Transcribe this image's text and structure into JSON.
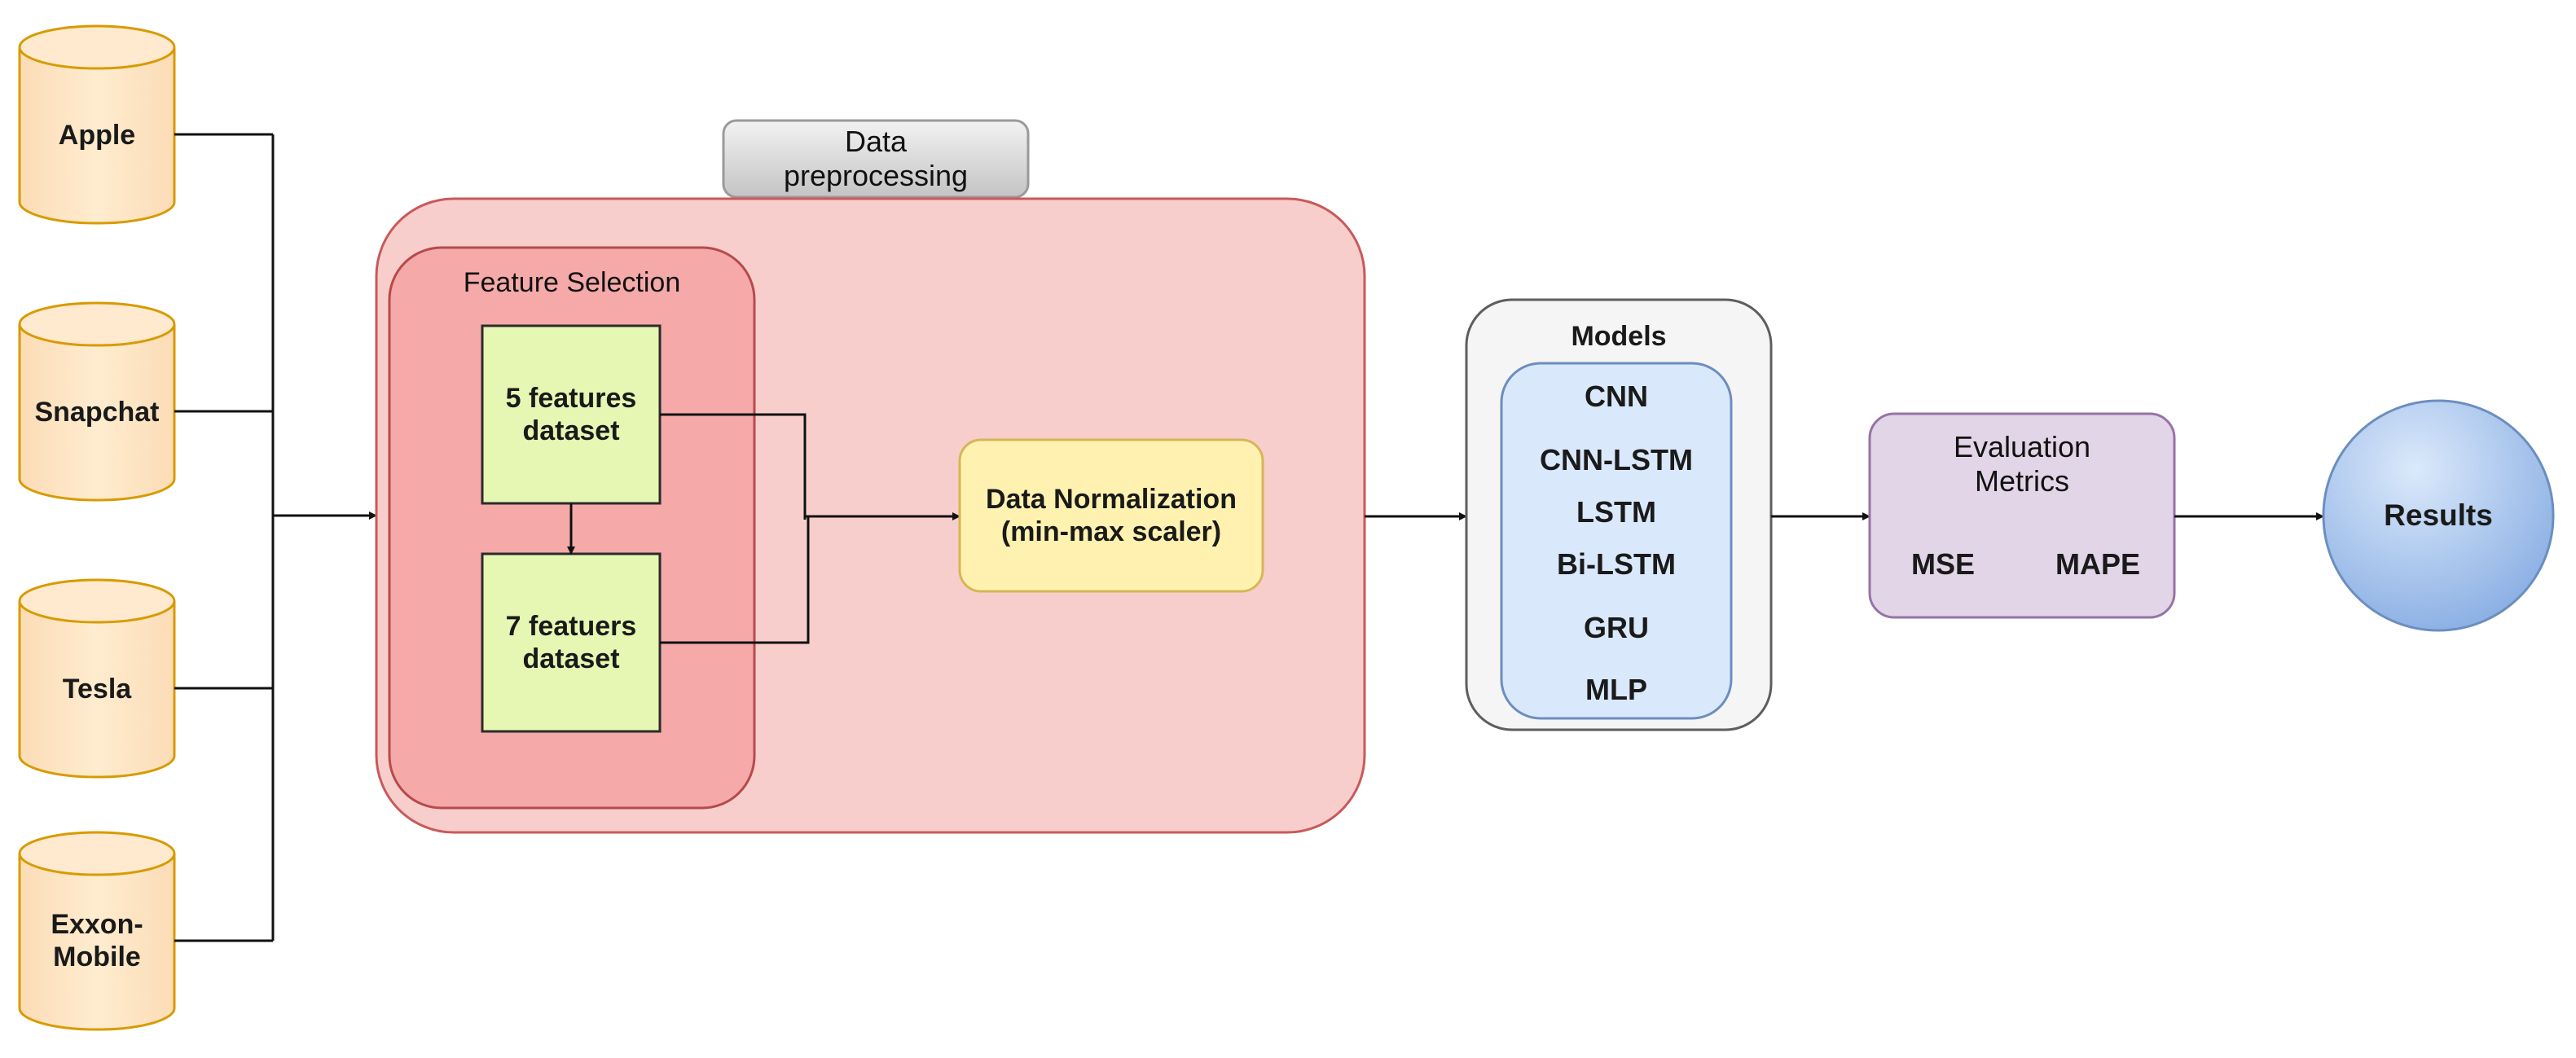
{
  "sources": [
    {
      "line1": "Apple",
      "line2": ""
    },
    {
      "line1": "Snapchat",
      "line2": ""
    },
    {
      "line1": "Tesla",
      "line2": ""
    },
    {
      "line1": "Exxon-",
      "line2": "Mobile"
    }
  ],
  "preprocessing": {
    "tab_line1": "Data",
    "tab_line2": "preprocessing",
    "feature_selection": {
      "title": "Feature Selection",
      "dataset_5_line1": "5 features",
      "dataset_5_line2": "dataset",
      "dataset_7_line1": "7 featuers",
      "dataset_7_line2": "dataset"
    },
    "normalization_line1": "Data Normalization",
    "normalization_line2": "(min-max scaler)"
  },
  "models": {
    "title": "Models",
    "items": [
      "CNN",
      "CNN-LSTM",
      "LSTM",
      "Bi-LSTM",
      "GRU",
      "MLP"
    ]
  },
  "evaluation": {
    "title_line1": "Evaluation",
    "title_line2": "Metrics",
    "metrics": [
      "MSE",
      "MAPE"
    ]
  },
  "results": {
    "label": "Results"
  },
  "colors": {
    "cylinder_fill": "#ffe6cc",
    "cylinder_stroke": "#d79b00",
    "preprocessing_fill": "#f8cecc",
    "preprocessing_stroke": "#c85a5a",
    "feature_selection_fill": "#f5a9a9",
    "dataset_fill": "#e6f7b3",
    "normalization_fill": "#fff2b0",
    "normalization_stroke": "#d6b656",
    "models_outer_fill": "#f5f5f5",
    "models_inner_fill": "#dae8fc",
    "models_inner_stroke": "#6c8ebf",
    "evaluation_fill": "#e1d5e7",
    "evaluation_stroke": "#9673a6",
    "results_fill": "#7ea6e0"
  }
}
